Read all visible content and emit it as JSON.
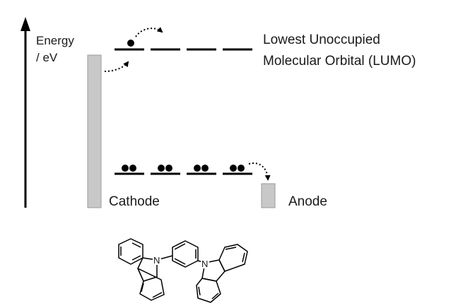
{
  "axis": {
    "label_line1": "Energy",
    "label_line2": "/ eV"
  },
  "lumo": {
    "label_line1": "Lowest Unoccupied",
    "label_line2": "Molecular Orbital (LUMO)"
  },
  "cathode": {
    "label": "Cathode"
  },
  "anode": {
    "label": "Anode"
  },
  "molecule": {
    "heteroatom_label": "N"
  },
  "colors": {
    "electrode_fill": "#c8c8c8",
    "electrode_stroke": "#9a9a9a",
    "line": "#000000"
  }
}
